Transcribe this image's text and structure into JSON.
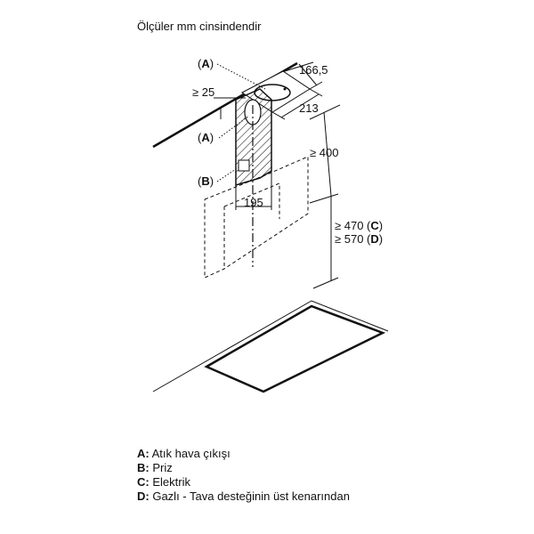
{
  "title": "Ölçüler mm cinsindendir",
  "labels": {
    "a_top": "A",
    "a_mid": "A",
    "b": "B",
    "dim_166": "166,5",
    "dim_25": "≥ 25",
    "dim_213": "213",
    "dim_400": "≥ 400",
    "dim_195": "195",
    "dim_470": "≥ 470",
    "dim_470_key": "C",
    "dim_570": "≥ 570",
    "dim_570_key": "D"
  },
  "legend": [
    {
      "key": "A:",
      "text": "Atık hava çıkışı"
    },
    {
      "key": "B:",
      "text": "Priz"
    },
    {
      "key": "C:",
      "text": "Elektrik"
    },
    {
      "key": "D:",
      "text": "Gazlı - Tava desteğinin üst kenarından"
    }
  ]
}
